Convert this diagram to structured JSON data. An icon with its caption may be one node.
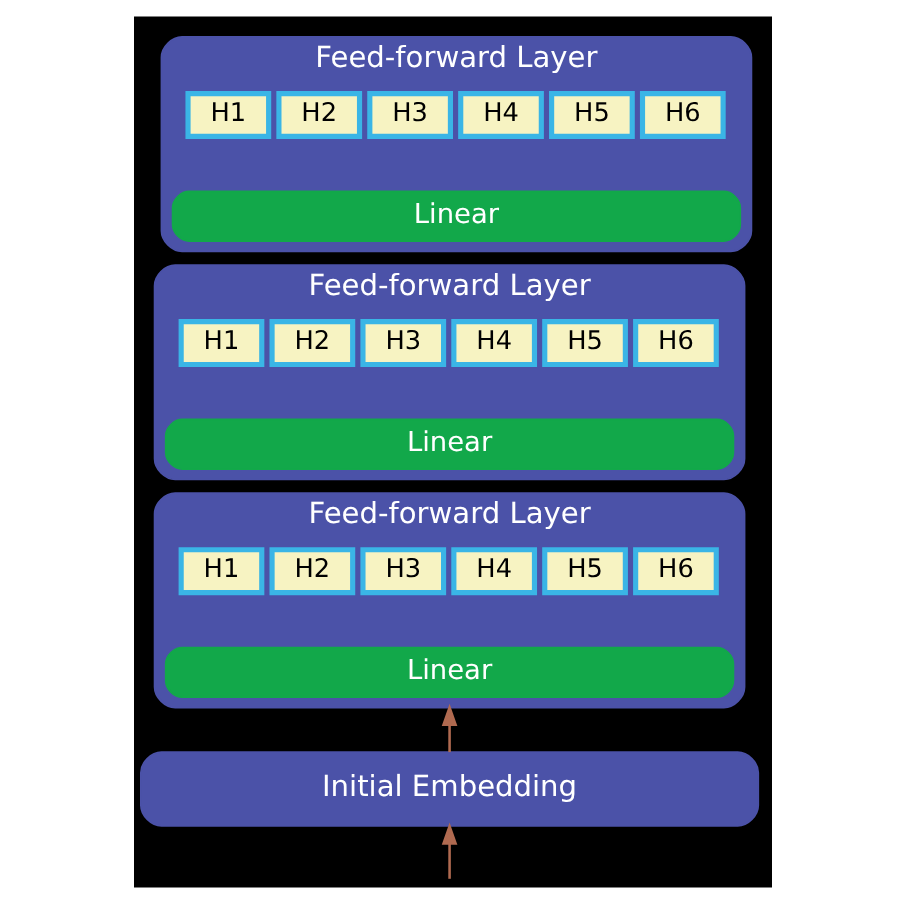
{
  "diagram": {
    "nodes": [
      {
        "text": [
          "Feed-forward Layer"
        ]
      },
      {
        "text": [
          "H1"
        ],
        "in": 0
      },
      {
        "text": [
          "H2"
        ],
        "in": 0
      },
      {
        "text": [
          "H3"
        ],
        "in": 0
      },
      {
        "text": [
          "H4"
        ],
        "in": 0
      },
      {
        "text": [
          "H5"
        ],
        "in": 0
      },
      {
        "text": [
          "H6"
        ],
        "in": 0
      },
      {
        "text": [
          "Linear"
        ],
        "in": 0
      },
      {
        "text": [
          "Feed-forward Layer"
        ]
      },
      {
        "text": [
          "H1"
        ],
        "in": 8
      },
      {
        "text": [
          "H2"
        ],
        "in": 8
      },
      {
        "text": [
          "H3"
        ],
        "in": 8
      },
      {
        "text": [
          "H4"
        ],
        "in": 8
      },
      {
        "text": [
          "H5"
        ],
        "in": 8
      },
      {
        "text": [
          "H6"
        ],
        "in": 8
      },
      {
        "text": [
          "Linear"
        ],
        "in": 8
      },
      {
        "text": [
          "Feed-forward Layer"
        ]
      },
      {
        "text": [
          "H1"
        ],
        "in": 16
      },
      {
        "text": [
          "H2"
        ],
        "in": 16
      },
      {
        "text": [
          "H3"
        ],
        "in": 16
      },
      {
        "text": [
          "H4"
        ],
        "in": 16
      },
      {
        "text": [
          "H5"
        ],
        "in": 16
      },
      {
        "text": [
          "H6"
        ],
        "in": 16
      },
      {
        "text": [
          "Linear"
        ],
        "in": 16
      },
      {
        "text": [
          "Initial Embedding"
        ]
      }
    ],
    "edges": [
      {
        "from": 24,
        "to": 16,
        "arrow": "to"
      },
      {
        "from": null,
        "to": 24,
        "arrow": "to"
      }
    ]
  }
}
